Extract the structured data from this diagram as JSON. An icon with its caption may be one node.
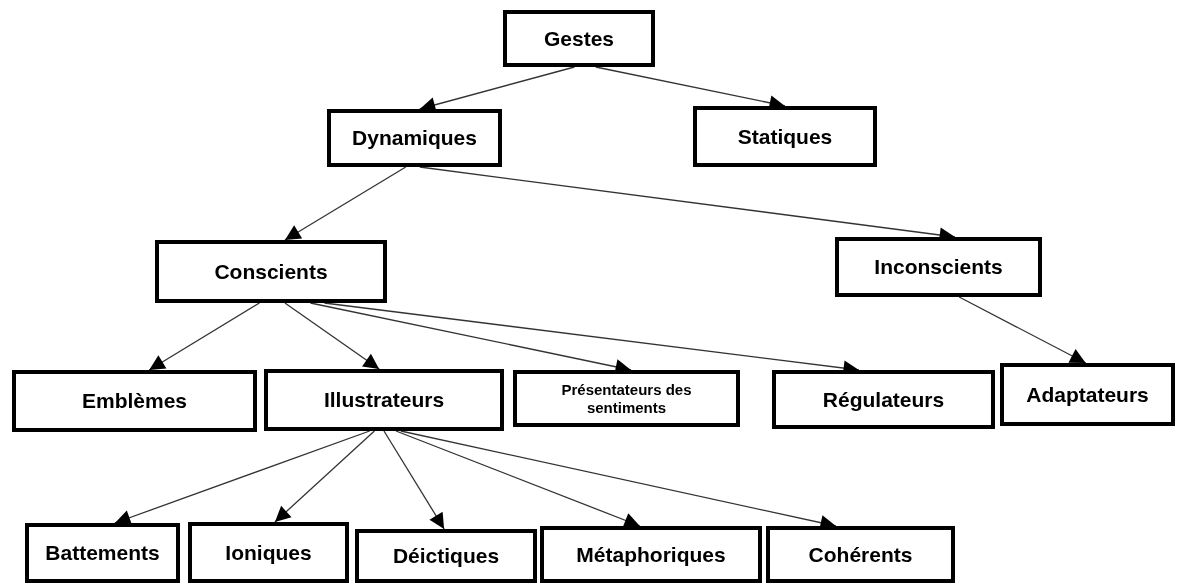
{
  "diagram": {
    "nodes": [
      {
        "text": [
          "Gestes"
        ]
      },
      {
        "text": [
          "Dynamiques"
        ]
      },
      {
        "text": [
          "Statiques"
        ]
      },
      {
        "text": [
          "Conscients"
        ]
      },
      {
        "text": [
          "Inconscients"
        ]
      },
      {
        "text": [
          "Emblèmes"
        ]
      },
      {
        "text": [
          "Illustrateurs"
        ]
      },
      {
        "text": [
          "Présentateurs des sentiments"
        ]
      },
      {
        "text": [
          "Régulateurs"
        ]
      },
      {
        "text": [
          "Adaptateurs"
        ]
      },
      {
        "text": [
          "Battements"
        ]
      },
      {
        "text": [
          "Ioniques"
        ]
      },
      {
        "text": [
          "Déictiques"
        ]
      },
      {
        "text": [
          "Métaphoriques"
        ]
      },
      {
        "text": [
          "Cohérents"
        ]
      }
    ],
    "edges": [
      {
        "from": 0,
        "to": 1,
        "arrow": "to"
      },
      {
        "from": 0,
        "to": 2,
        "arrow": "to"
      },
      {
        "from": 1,
        "to": 3,
        "arrow": "to"
      },
      {
        "from": 1,
        "to": 4,
        "arrow": "to"
      },
      {
        "from": 3,
        "to": 5,
        "arrow": "to"
      },
      {
        "from": 3,
        "to": 6,
        "arrow": "to"
      },
      {
        "from": 3,
        "to": 7,
        "arrow": "to"
      },
      {
        "from": 3,
        "to": 8,
        "arrow": "to"
      },
      {
        "from": 4,
        "to": 9,
        "arrow": "to"
      },
      {
        "from": 6,
        "to": 10,
        "arrow": "to"
      },
      {
        "from": 6,
        "to": 11,
        "arrow": "to"
      },
      {
        "from": 6,
        "to": 12,
        "arrow": "to"
      },
      {
        "from": 6,
        "to": 13,
        "arrow": "to"
      },
      {
        "from": 6,
        "to": 14,
        "arrow": "to"
      }
    ]
  }
}
